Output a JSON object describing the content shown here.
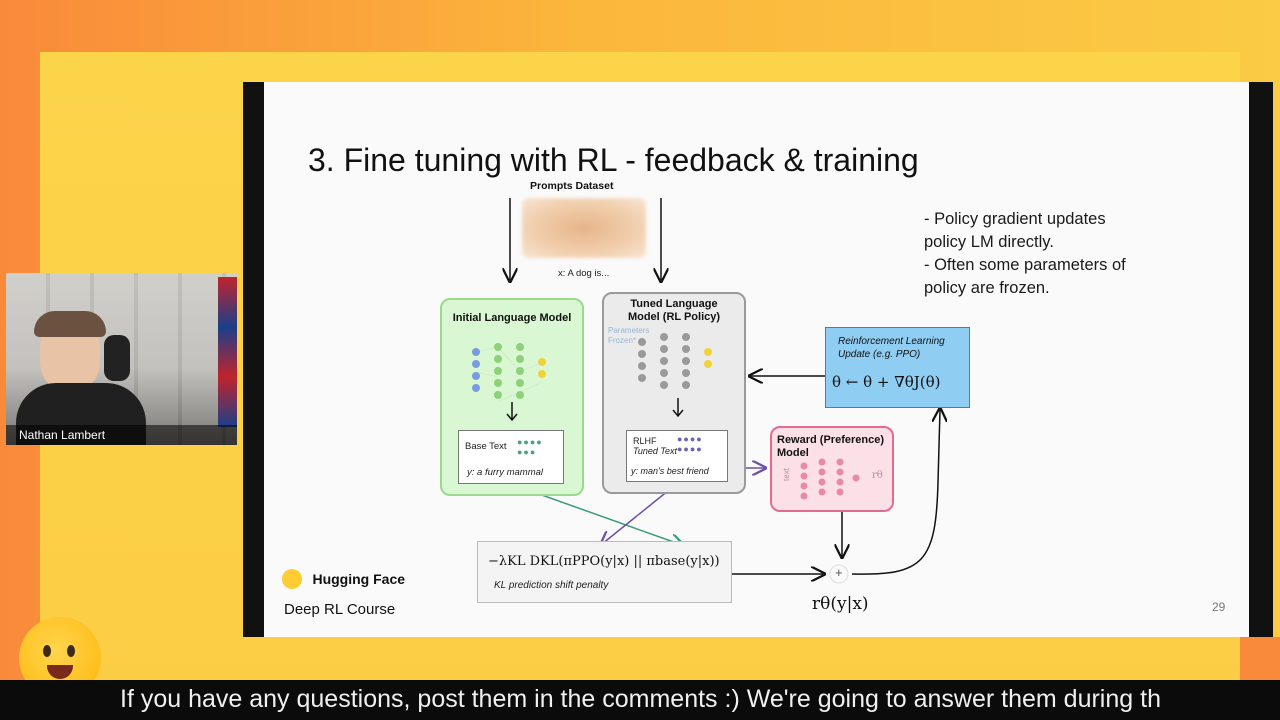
{
  "slide": {
    "title": "3. Fine tuning with RL - feedback & training",
    "notes": [
      "- Policy gradient updates",
      "policy LM directly.",
      "- Often some parameters of",
      "policy are frozen."
    ],
    "prompts_label": "Prompts Dataset",
    "prompt_example": "x: A dog is...",
    "initial_model": {
      "title": "Initial Language Model",
      "base_text_label": "Base Text",
      "output": "y: a furry mammal"
    },
    "tuned_model": {
      "title_line1": "Tuned Language",
      "title_line2": "Model (RL Policy)",
      "frozen_label_line1": "Parameters",
      "frozen_label_line2": "Frozen*",
      "rlhf_label_line1": "RLHF",
      "rlhf_label_line2": "Tuned Text",
      "output": "y: man's best friend"
    },
    "rl_update": {
      "title_line1": "Reinforcement Learning",
      "title_line2": "Update (e.g. PPO)",
      "equation": "θ ← θ + ∇θJ(θ)"
    },
    "reward_model": {
      "title_line1": "Reward (Preference)",
      "title_line2": "Model",
      "input_label": "text",
      "output_label": "rθ"
    },
    "kl_penalty": {
      "equation": "−λKL DKL(πPPO(y|x) || πbase(y|x))",
      "caption": "KL prediction shift penalty"
    },
    "sum_symbol": "+",
    "reward_output": "rθ(y|x)",
    "brand": "Hugging Face",
    "course": "Deep RL Course",
    "page_number": "29"
  },
  "webcam": {
    "name": "Nathan Lambert"
  },
  "captions": {
    "text": "If you have any questions, post them in the comments :) We're going to answer them during th"
  }
}
